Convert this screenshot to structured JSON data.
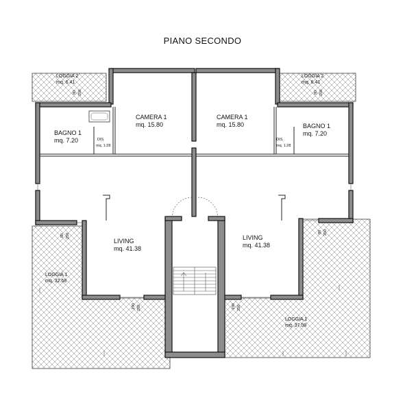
{
  "plan": {
    "title": "PIANO SECONDO",
    "rooms": {
      "loggia2_left": {
        "name": "LOGGIA 2",
        "area": "mq. 6.41"
      },
      "loggia2_right": {
        "name": "LOGGIA 2",
        "area": "mq. 6.41"
      },
      "camera_left": {
        "name": "CAMERA 1",
        "area": "mq. 15.80"
      },
      "camera_right": {
        "name": "CAMERA 1",
        "area": "mq. 15.80"
      },
      "bagno_left": {
        "name": "BAGNO 1",
        "area": "mq. 7.20"
      },
      "bagno_right": {
        "name": "BAGNO 1",
        "area": "mq. 7.20"
      },
      "dis_left": {
        "name": "DIS.",
        "area": "mq. 1.28"
      },
      "dis_right": {
        "name": "DIS.",
        "area": "mq. 1.28"
      },
      "living_left": {
        "name": "LIVING",
        "area": "mq. 41.38"
      },
      "living_right": {
        "name": "LIVING",
        "area": "mq. 41.38"
      },
      "loggia1_left": {
        "name": "LOGGIA 1",
        "area": "mq. 32.58"
      },
      "loggia1_right": {
        "name": "LOGGIA 1",
        "area": "mq. 37.08"
      }
    },
    "openings": {
      "v1": "80",
      "v2": "250",
      "a": "190",
      "b": "250"
    }
  }
}
